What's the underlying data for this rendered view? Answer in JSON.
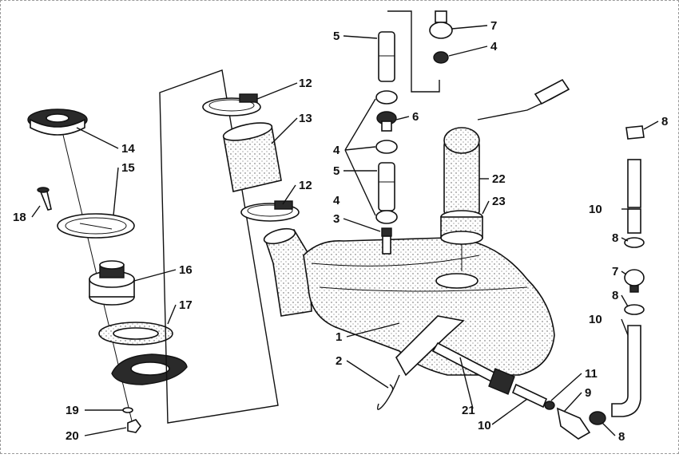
{
  "diagram": {
    "callouts": [
      {
        "id": "c5a",
        "label": "5"
      },
      {
        "id": "c7a",
        "label": "7"
      },
      {
        "id": "c4a",
        "label": "4"
      },
      {
        "id": "c12a",
        "label": "12"
      },
      {
        "id": "c13",
        "label": "13"
      },
      {
        "id": "c6",
        "label": "6"
      },
      {
        "id": "c4b",
        "label": "4"
      },
      {
        "id": "c5b",
        "label": "5"
      },
      {
        "id": "c12b",
        "label": "12"
      },
      {
        "id": "c4c",
        "label": "4"
      },
      {
        "id": "c3",
        "label": "3"
      },
      {
        "id": "c22",
        "label": "22"
      },
      {
        "id": "c23",
        "label": "23"
      },
      {
        "id": "c8a",
        "label": "8"
      },
      {
        "id": "c10a",
        "label": "10"
      },
      {
        "id": "c8b",
        "label": "8"
      },
      {
        "id": "c7b",
        "label": "7"
      },
      {
        "id": "c8c",
        "label": "8"
      },
      {
        "id": "c10b",
        "label": "10"
      },
      {
        "id": "c14",
        "label": "14"
      },
      {
        "id": "c15",
        "label": "15"
      },
      {
        "id": "c18",
        "label": "18"
      },
      {
        "id": "c16",
        "label": "16"
      },
      {
        "id": "c17",
        "label": "17"
      },
      {
        "id": "c1",
        "label": "1"
      },
      {
        "id": "c2",
        "label": "2"
      },
      {
        "id": "c11",
        "label": "11"
      },
      {
        "id": "c9",
        "label": "9"
      },
      {
        "id": "c21",
        "label": "21"
      },
      {
        "id": "c10c",
        "label": "10"
      },
      {
        "id": "c8d",
        "label": "8"
      },
      {
        "id": "c19",
        "label": "19"
      },
      {
        "id": "c20",
        "label": "20"
      }
    ]
  }
}
